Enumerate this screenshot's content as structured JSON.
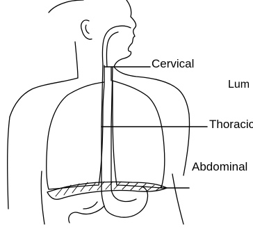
{
  "figure": {
    "subject": "Esophagus anatomy diagram",
    "labels": {
      "cervical": "Cervical",
      "lumbar": "Lum",
      "thoracic": "Thoracic",
      "abdominal": "Abdominal"
    },
    "colors": {
      "ink": "#000000",
      "background": "#ffffff"
    }
  }
}
